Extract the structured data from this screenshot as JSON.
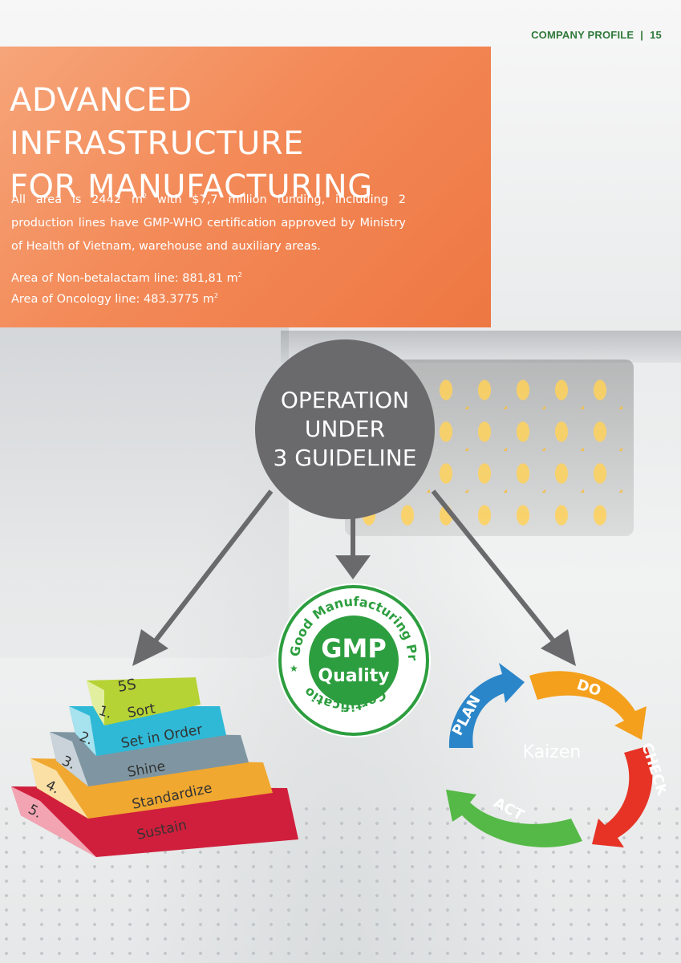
{
  "header": {
    "label": "COMPANY PROFILE",
    "separator": "|",
    "page_number": "15"
  },
  "title": {
    "line1": "ADVANCED INFRASTRUCTURE",
    "line2": "FOR MANUFACTURING"
  },
  "body": {
    "part1": "All area is 2442 m",
    "sup1": "2",
    "part2": " with $7,7 million funding, including 2 production lines have GMP-WHO certification approved by Ministry of Health of Vietnam, warehouse and auxiliary areas.",
    "area1": "Area of Non-betalactam line: 881,81 m",
    "area1_sup": "2",
    "area2": "Area of Oncology line: 483.3775 m",
    "area2_sup": "2"
  },
  "guideline": {
    "line1": "OPERATION",
    "line2": "UNDER",
    "line3": "3 GUIDELINE"
  },
  "gmp": {
    "big": "GMP",
    "quality": "Quality",
    "ring_top": "Good Manufacturing Practice",
    "ring_bottom": "Certification",
    "star": "★",
    "color_green": "#2d9e3f"
  },
  "five_s": {
    "title": "5S",
    "steps": [
      {
        "num": "1.",
        "label": "Sort",
        "color": "#b5d334"
      },
      {
        "num": "2.",
        "label": "Set in Order",
        "color": "#2fb9d6"
      },
      {
        "num": "3.",
        "label": "Shine",
        "color": "#7f96a2"
      },
      {
        "num": "4.",
        "label": "Standardize",
        "color": "#f0a830"
      },
      {
        "num": "5.",
        "label": "Sustain",
        "color": "#d01f3c"
      }
    ]
  },
  "kaizen": {
    "center": "Kaizen",
    "plan": "PLAN",
    "do": "DO",
    "check": "CHECK",
    "act": "ACT",
    "colors": {
      "plan": "#2b86c9",
      "do": "#f4a01c",
      "check": "#e63325",
      "act": "#55b947"
    }
  }
}
